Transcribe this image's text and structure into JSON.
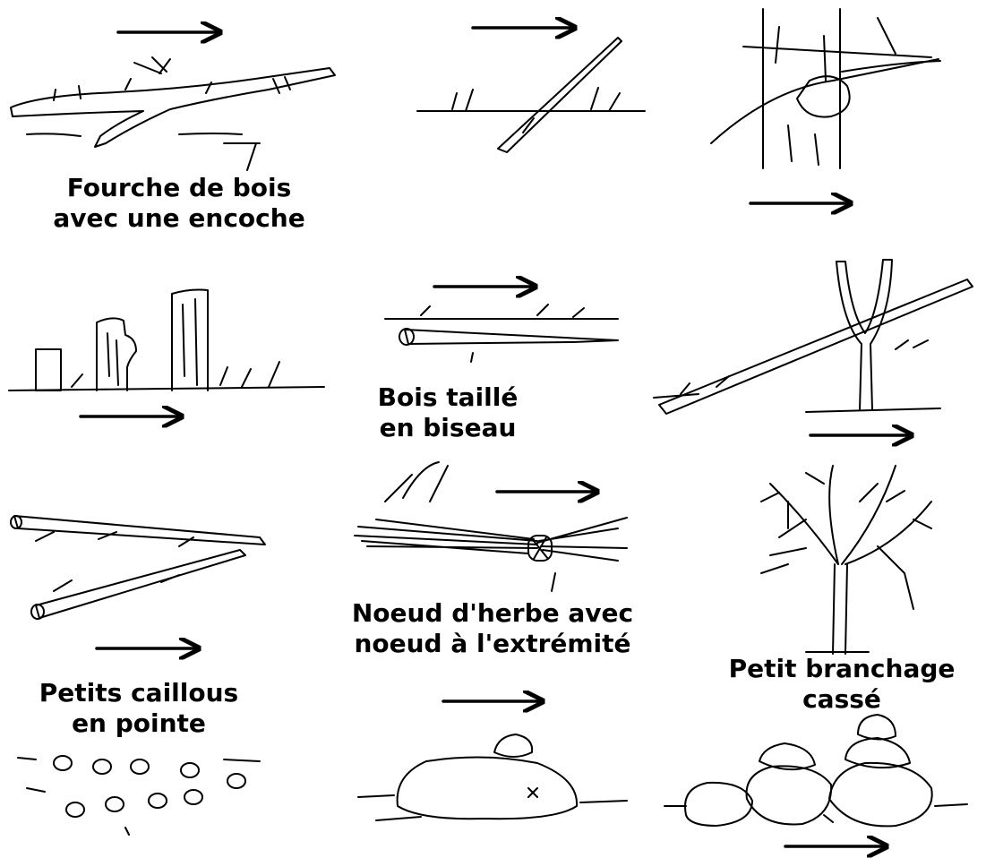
{
  "captions": {
    "fourche": [
      "Fourche de bois",
      "avec une encoche"
    ],
    "biseau": [
      "Bois taillé",
      "en biseau"
    ],
    "noeud": [
      "Noeud d'herbe avec",
      "noeud à l'extrémité"
    ],
    "cailloux": [
      "Petits caillous",
      "en pointe"
    ],
    "branche": [
      "Petit branchage",
      "cassé"
    ]
  },
  "colors": {
    "ink": "#000000",
    "background": "#ffffff"
  }
}
